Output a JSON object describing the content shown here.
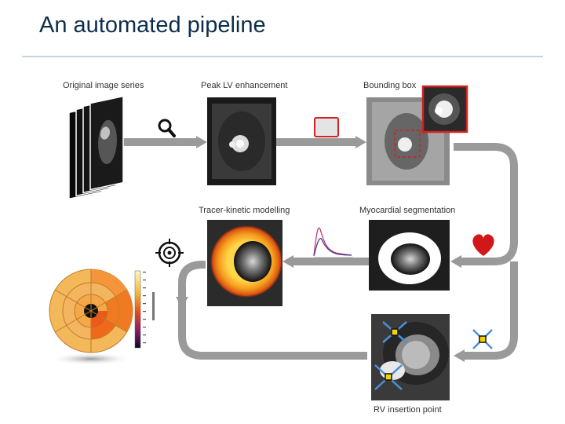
{
  "slide": {
    "title": "An automated pipeline"
  },
  "diagram": {
    "steps": [
      {
        "label": "Original image series"
      },
      {
        "label": "Peak LV enhancement"
      },
      {
        "label": "Bounding box"
      },
      {
        "label": "Myocardial segmentation"
      },
      {
        "label": "Tracer-kinetic modelling"
      },
      {
        "label": "RV insertion point"
      }
    ]
  },
  "colors": {
    "title": "#0d2d4c",
    "rule": "#c5d3e0",
    "arrow": "#9a9a9a",
    "bounding_box": "#d42020",
    "heart": "#d01818",
    "marker_line": "#4a90d9",
    "marker_dot": "#f2d400"
  },
  "icons": [
    "magnifier-icon",
    "crosshair-target-icon",
    "heart-icon",
    "cross-marker-icon",
    "curve-icon"
  ]
}
